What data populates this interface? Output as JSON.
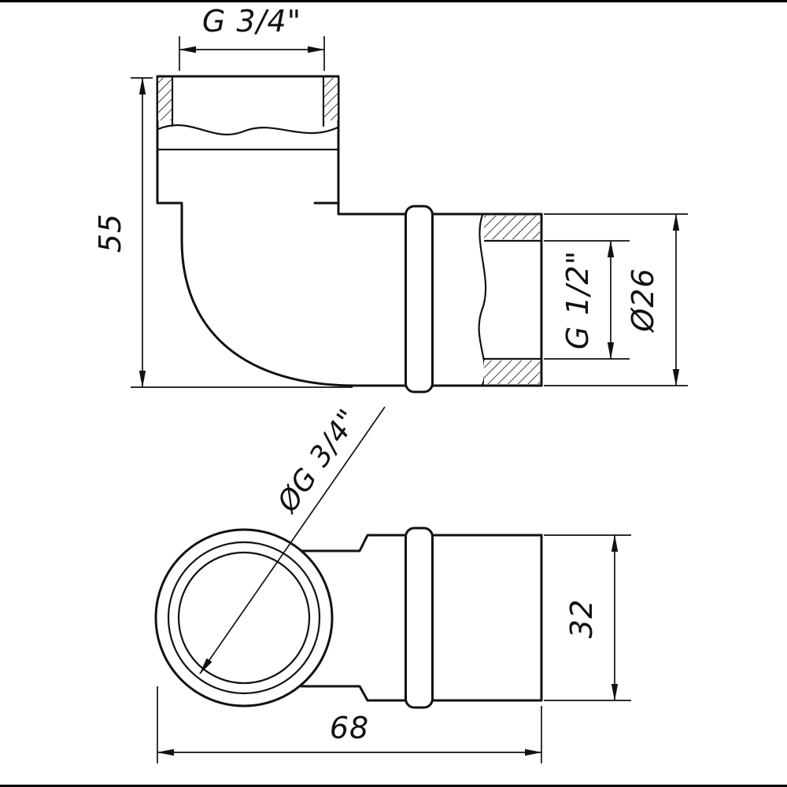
{
  "colors": {
    "background": "#ffffff",
    "line": "#111111"
  },
  "dims": {
    "top_thread": "G 3/4\"",
    "overall_height": "55",
    "side_thread": "G 1/2\"",
    "outer_diameter": "Ø26",
    "flange_thread": "ØG 3/4\"",
    "body_width": "32",
    "overall_length": "68"
  }
}
